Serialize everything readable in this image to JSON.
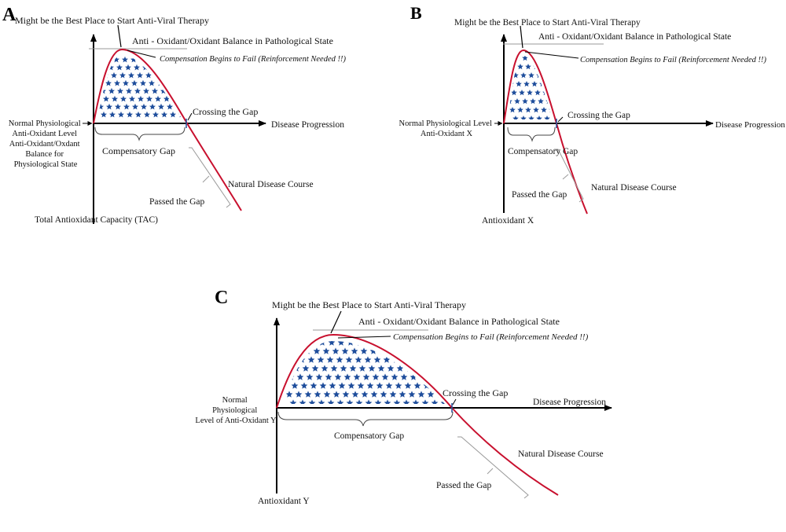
{
  "colors": {
    "curve": "#c8102e",
    "stars": "#1f4e9c",
    "axis": "#000000",
    "balance_line": "#9a9a9a",
    "bracket": "#444444"
  },
  "panels": [
    {
      "letter": "A",
      "best_place": "Might be the Best Place to Start Anti-Viral Therapy",
      "balance": "Anti - Oxidant/Oxidant Balance in Pathological State",
      "compensation": "Compensation Begins to Fail (Reinforcement Needed !!)",
      "crossing": "Crossing the Gap",
      "progression": "Disease Progression",
      "comp_gap": "Compensatory Gap",
      "natural": "Natural Disease Course",
      "passed": "Passed the Gap",
      "y_axis": "Total Antioxidant Capacity (TAC)",
      "normal_lines": [
        "Normal Physiological",
        "Anti-Oxidant Level",
        "Anti-Oxidant/Oxdant",
        "Balance for",
        "Physiological State"
      ]
    },
    {
      "letter": "B",
      "best_place": "Might be the Best Place to Start Anti-Viral Therapy",
      "balance": "Anti - Oxidant/Oxidant Balance in Pathological State",
      "compensation": "Compensation Begins to Fail (Reinforcement Needed !!)",
      "crossing": "Crossing the Gap",
      "progression": "Disease Progression",
      "comp_gap": "Compensatory Gap",
      "natural": "Natural Disease Course",
      "passed": "Passed the Gap",
      "y_axis": "Antioxidant X",
      "normal_lines": [
        "Normal Physiological Level",
        "Anti-Oxidant X"
      ]
    },
    {
      "letter": "C",
      "best_place": "Might be the Best Place to Start Anti-Viral Therapy",
      "balance": "Anti - Oxidant/Oxidant Balance in Pathological State",
      "compensation": "Compensation Begins to Fail (Reinforcement Needed !!)",
      "crossing": "Crossing the Gap",
      "progression": "Disease Progression",
      "comp_gap": "Compensatory Gap",
      "natural": "Natural Disease Course",
      "passed": "Passed the Gap",
      "y_axis": "Antioxidant Y",
      "normal_lines": [
        "Normal",
        "Physiological",
        "Level of Anti-Oxidant Y"
      ]
    }
  ]
}
